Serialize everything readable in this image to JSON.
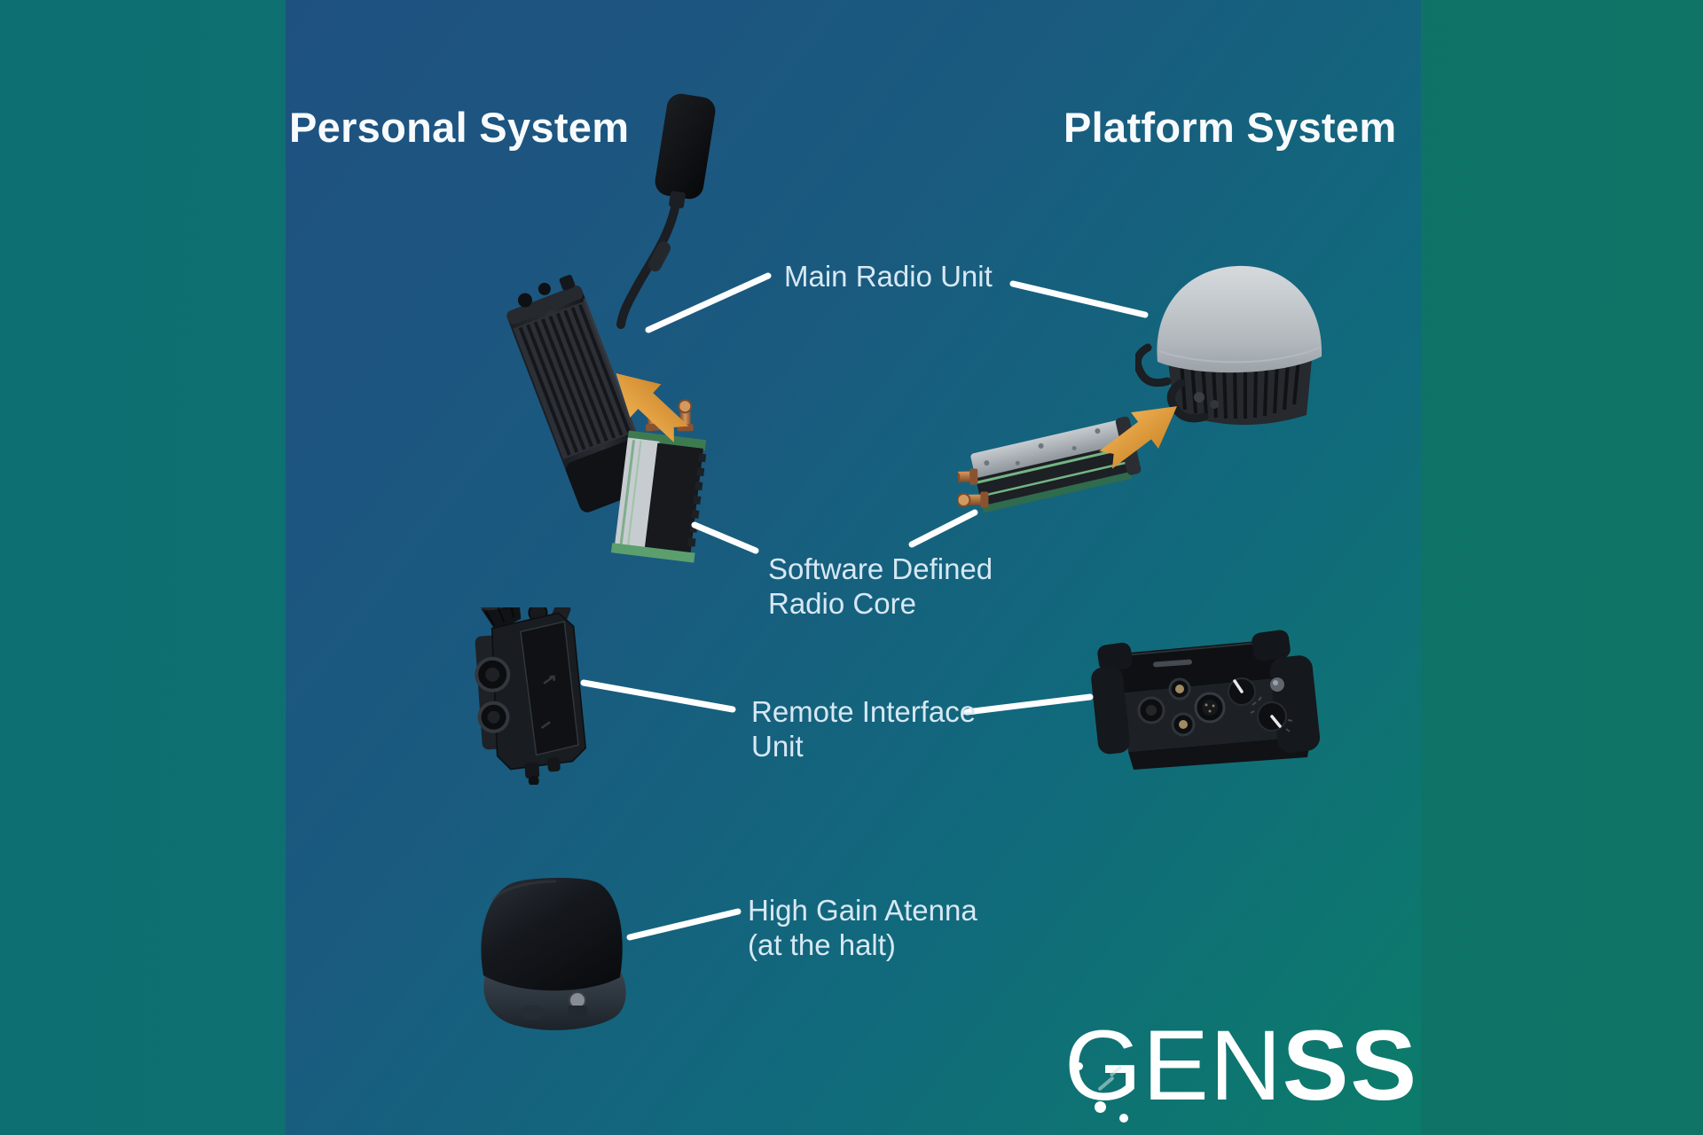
{
  "infographic": {
    "title_personal": "Personal System",
    "title_platform": "Platform System",
    "callouts": [
      {
        "id": "main_radio",
        "line1": "Main Radio Unit",
        "line2": ""
      },
      {
        "id": "sdr_core",
        "line1": "Software Defined",
        "line2": "Radio Core"
      },
      {
        "id": "remote_interface",
        "line1": "Remote Interface",
        "line2": "Unit"
      },
      {
        "id": "high_gain_antenna",
        "line1": "High Gain Atenna",
        "line2": "(at the halt)"
      }
    ],
    "logo": {
      "gen": "GEN",
      "ss": "SS",
      "full": "GENSS"
    },
    "colors": {
      "accent_arrow": "#e09a3c",
      "canvas_blue": "#1f5180",
      "canvas_green": "#0c7c6a",
      "outer_teal": "#0e6f73",
      "outer_green": "#0f7466",
      "heading_text": "#f8fbfd",
      "label_text": "#d7e8f4",
      "connector_line": "#ffffff"
    },
    "devices": {
      "personal_main_radio": "handheld-radio-with-paddle-antenna",
      "personal_sdr_module": "sdr-core-module",
      "platform_antenna": "vehicle-dome-antenna",
      "platform_sdr_module": "sdr-core-module",
      "personal_riu": "wearable-remote-interface-unit",
      "platform_riu": "panel-remote-interface-unit",
      "high_gain_antenna": "portable-high-gain-dome-antenna"
    }
  }
}
